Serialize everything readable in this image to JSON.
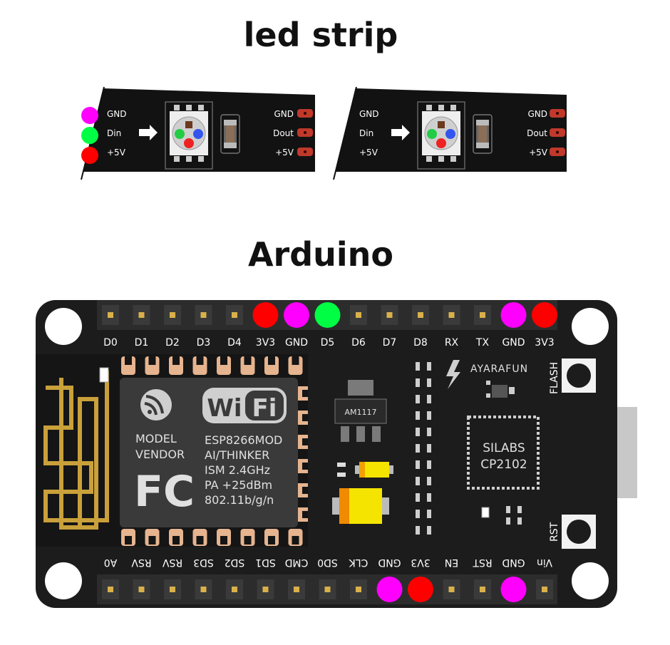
{
  "titles": {
    "led": "led strip",
    "arduino": "Arduino"
  },
  "led_strip": {
    "segments": [
      {
        "in_labels": [
          "GND",
          "Din",
          "+5V"
        ],
        "out_labels": [
          "GND",
          "Dout",
          "+5V"
        ]
      },
      {
        "in_labels": [
          "GND",
          "Din",
          "+5V"
        ],
        "out_labels": [
          "GND",
          "Dout",
          "+5V"
        ]
      }
    ]
  },
  "arduino": {
    "top_pins": [
      "D0",
      "D1",
      "D2",
      "D3",
      "D4",
      "3V3",
      "GND",
      "D5",
      "D6",
      "D7",
      "D8",
      "RX",
      "TX",
      "GND",
      "3V3"
    ],
    "bottom_pins": [
      "A0",
      "RSV",
      "RSV",
      "SD3",
      "SD2",
      "SD1",
      "CMD",
      "SD0",
      "CLK",
      "GND",
      "3V3",
      "EN",
      "RST",
      "GND",
      "Vin"
    ],
    "module_text": {
      "model": "MODEL",
      "vendor": "VENDOR",
      "esp_lines": [
        "ESP8266MOD",
        "AI/THINKER",
        "ISM 2.4GHz",
        "PA +25dBm",
        "802.11b/g/n"
      ],
      "wifi": [
        "Wi",
        "Fi"
      ],
      "fc": "FC"
    },
    "regulator": "AM1117",
    "chip_lines": [
      "SILABS",
      "CP2102"
    ],
    "brand": "AYARAFUN",
    "flash": "FLASH",
    "rst": "RST"
  },
  "colors": {
    "gnd": "#ff00ff",
    "data": "#00ff44",
    "power": "#ff0000",
    "board": "#1c1c1c",
    "pcb_pad": "#e6b48f",
    "antenna": "#c9a03a"
  },
  "markers": {
    "top": [
      "",
      "",
      "",
      "",
      "",
      "power",
      "gnd",
      "data",
      "",
      "",
      "",
      "",
      "",
      "gnd",
      "power"
    ],
    "bottom": [
      "",
      "",
      "",
      "",
      "",
      "",
      "",
      "",
      "",
      "gnd",
      "power",
      "",
      "",
      "gnd",
      ""
    ]
  }
}
